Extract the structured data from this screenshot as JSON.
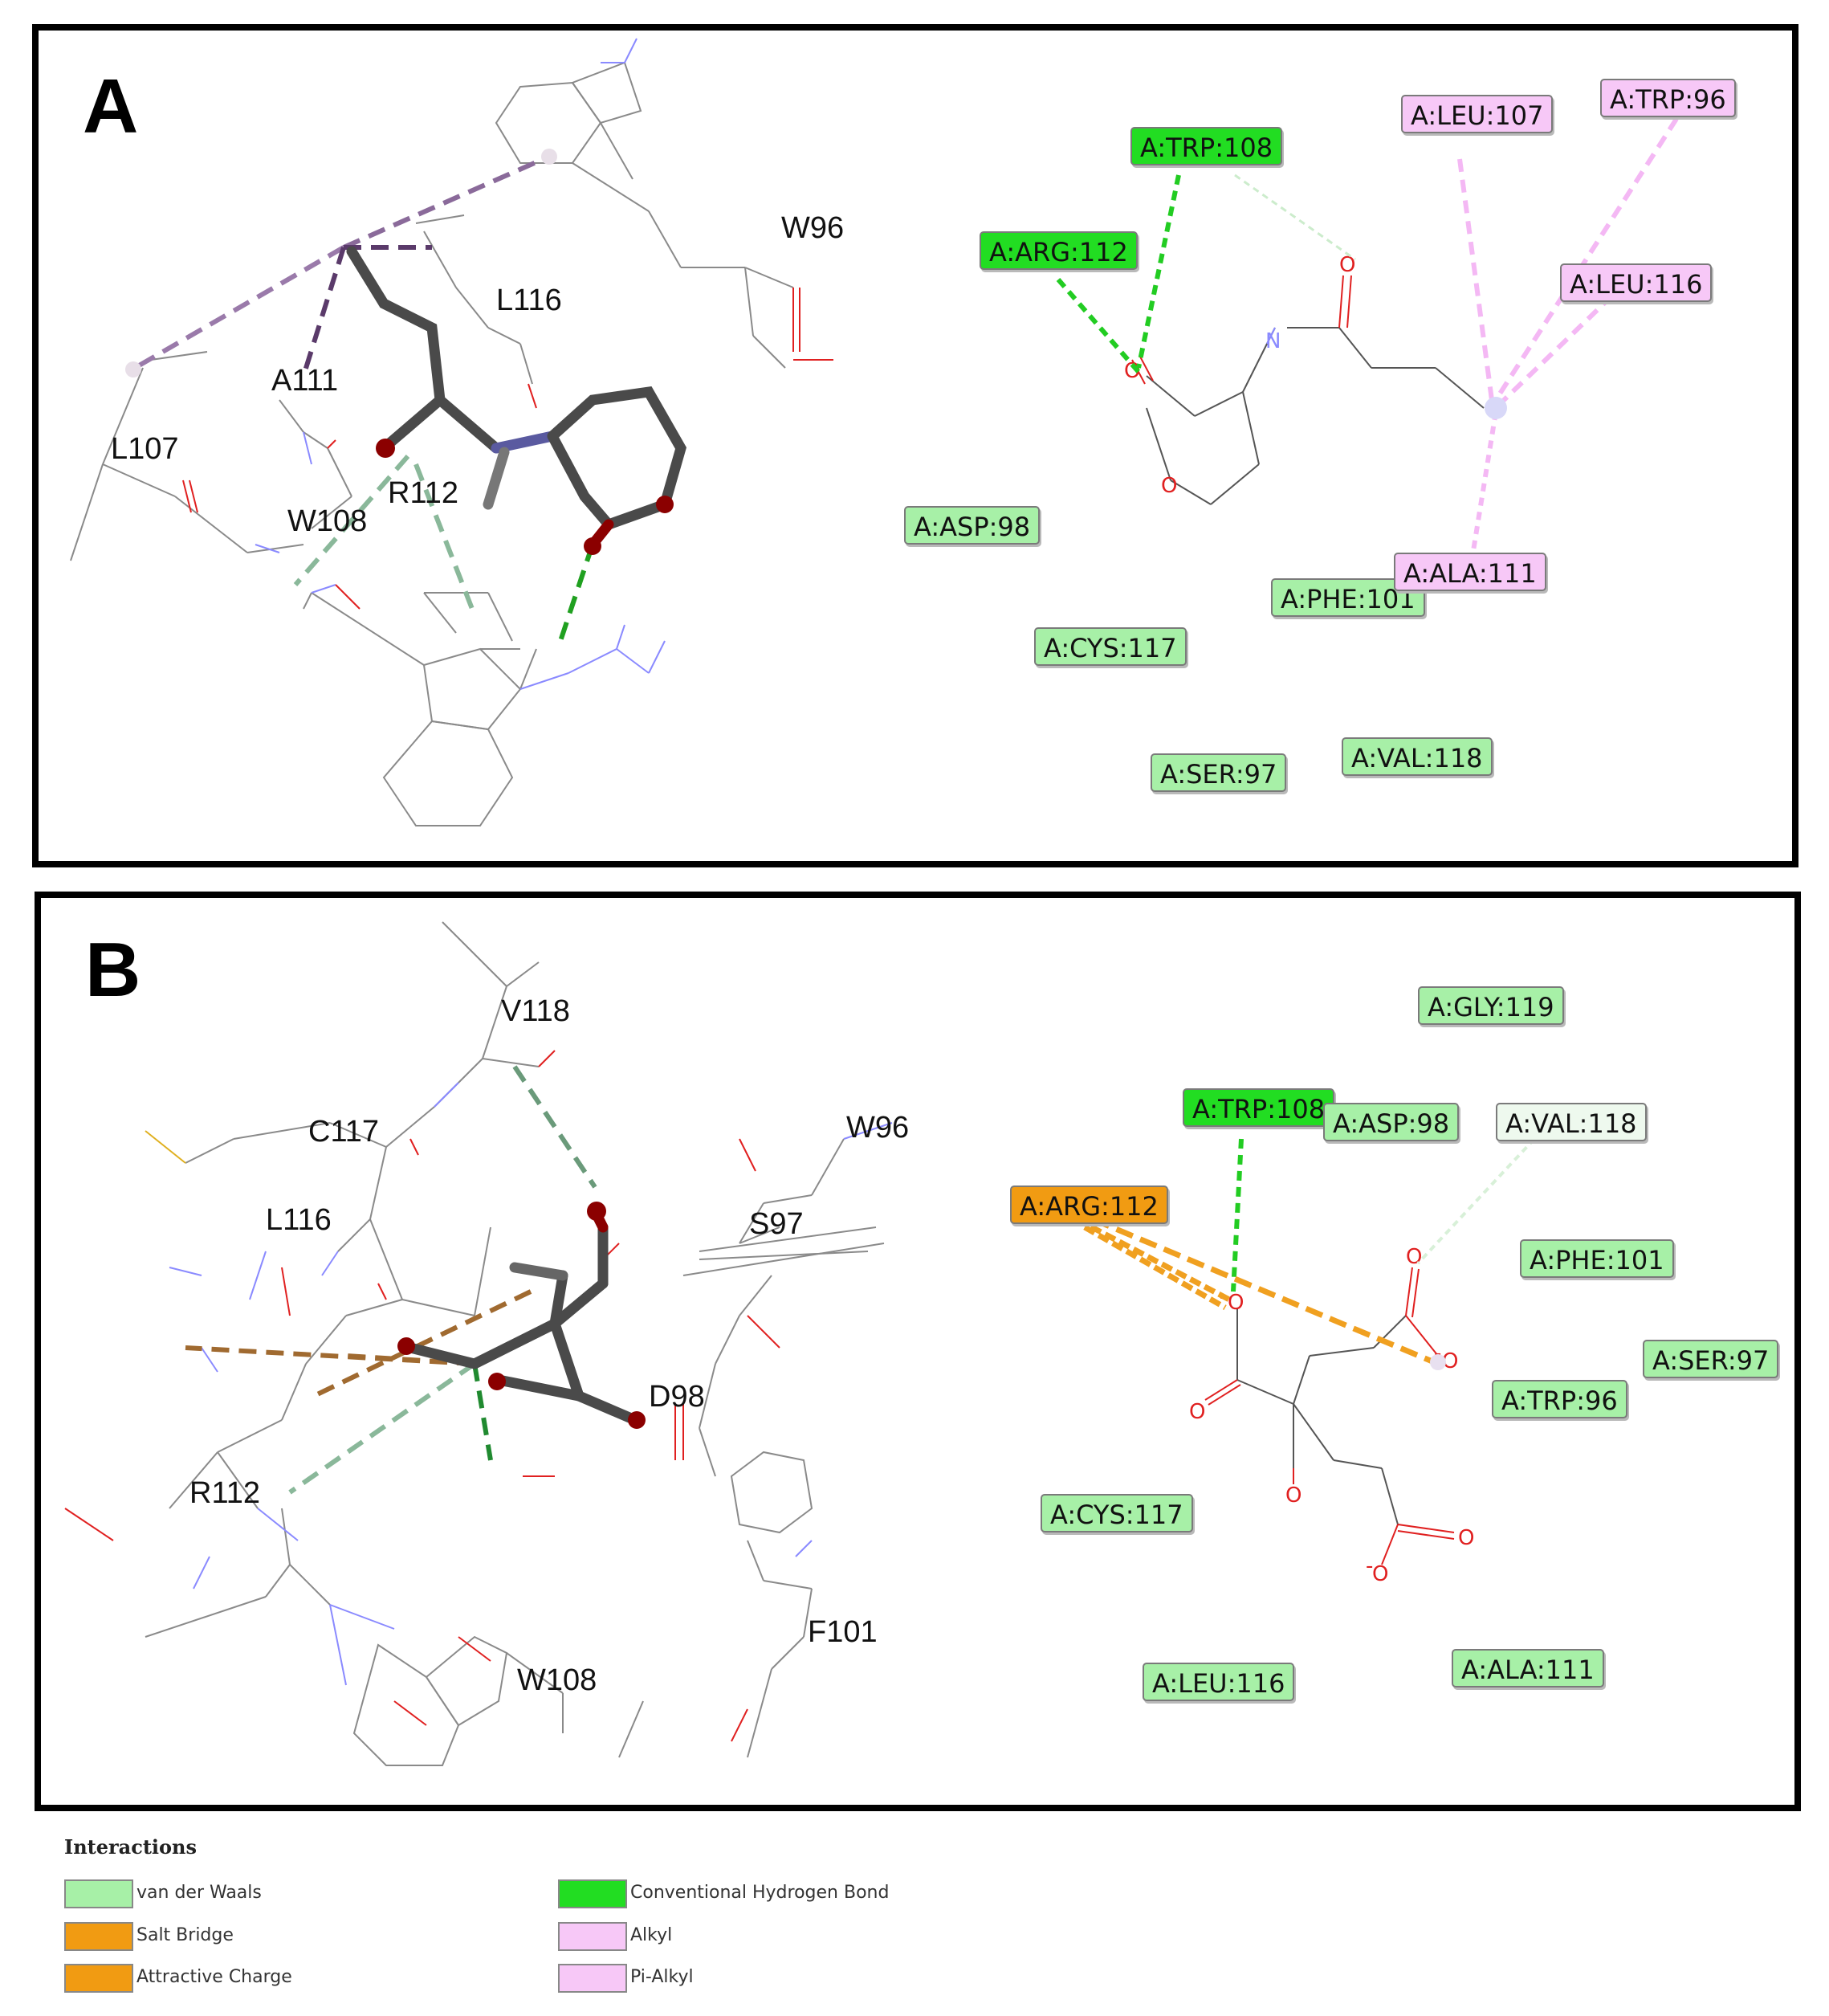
{
  "panelA": {
    "letter": "A",
    "residues": [
      "W96",
      "L116",
      "A111",
      "L107",
      "W108",
      "R112"
    ],
    "tags": [
      "A:TRP:108",
      "A:ARG:112",
      "A:LEU:107",
      "A:TRP:96",
      "A:LEU:116",
      "A:ASP:98",
      "A:PHE:101",
      "A:ALA:111",
      "A:CYS:117",
      "A:VAL:118",
      "A:SER:97"
    ]
  },
  "panelB": {
    "letter": "B",
    "residues": [
      "V118",
      "C117",
      "L116",
      "W96",
      "S97",
      "D98",
      "R112",
      "F101",
      "W108"
    ],
    "tags": [
      "A:GLY:119",
      "A:TRP:108",
      "A:ASP:98",
      "A:VAL:118",
      "A:ARG:112",
      "A:PHE:101",
      "A:SER:97",
      "A:TRP:96",
      "A:CYS:117",
      "A:LEU:116",
      "A:ALA:111"
    ],
    "charges": [
      "-",
      "-",
      "-"
    ]
  },
  "legend": {
    "title": "Interactions",
    "items": [
      {
        "label": "van der Waals",
        "color": "#a7f0a7"
      },
      {
        "label": "Salt Bridge",
        "color": "#f19b12"
      },
      {
        "label": "Attractive Charge",
        "color": "#f19b12"
      },
      {
        "label": "Conventional Hydrogen Bond",
        "color": "#22dd22"
      },
      {
        "label": "Alkyl",
        "color": "#f7c8f7"
      },
      {
        "label": "Pi-Alkyl",
        "color": "#f7c8f7"
      }
    ]
  },
  "colors": {
    "vdw": "#a7f0a7",
    "hbond": "#22dd22",
    "alkyl": "#f7c8f7",
    "charge": "#f19b12"
  }
}
